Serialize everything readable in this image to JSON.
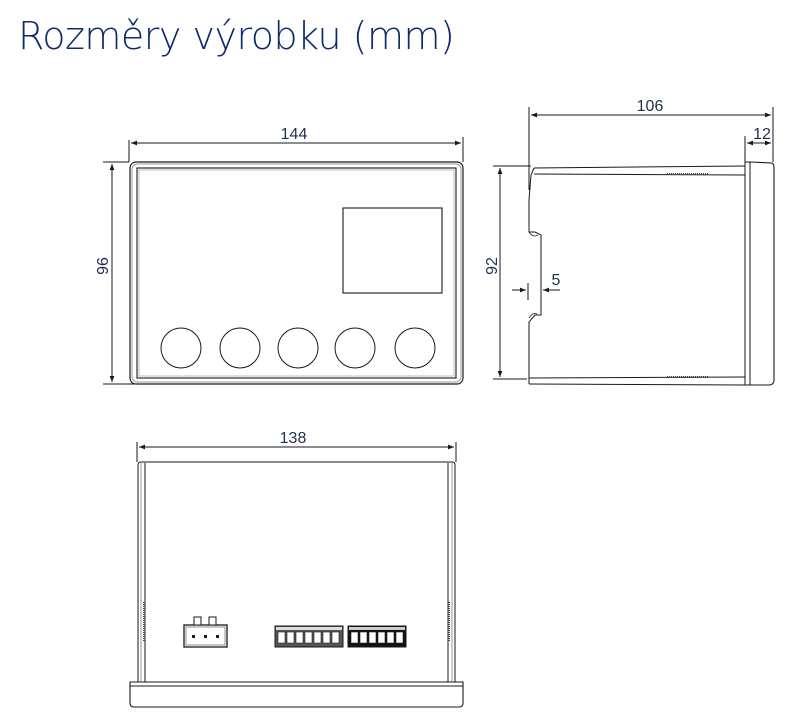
{
  "title": "Rozměry výrobku (mm)",
  "colors": {
    "title": "#0d2a6b",
    "line": "#1a1a1a",
    "gray_line": "#8a8a8a",
    "dim_text": "#1f2f55"
  },
  "views": {
    "front": {
      "width_label": "144",
      "height_label": "96",
      "buttons": 5,
      "display_window": true
    },
    "side": {
      "depth_label": "106",
      "bezel_label": "12",
      "height_label": "92",
      "clip_label": "5"
    },
    "bottom": {
      "width_label": "138",
      "connectors": [
        {
          "name": "power-connector",
          "pins": 3
        },
        {
          "name": "terminal-block-1",
          "pins": 7
        },
        {
          "name": "terminal-block-2",
          "pins": 6
        }
      ]
    }
  }
}
